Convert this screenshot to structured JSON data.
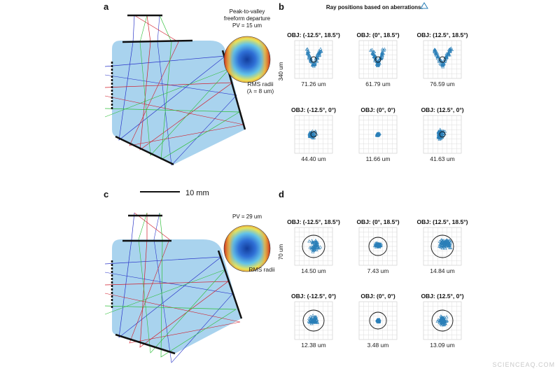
{
  "panels": {
    "a": "a",
    "b": "b",
    "c": "c",
    "d": "d"
  },
  "top": {
    "map_title_lines": [
      "Peak-to-valley",
      "freeform departure",
      "PV = 15 um"
    ],
    "header": "Ray positions based on aberrations:",
    "scale_label": "340 um",
    "rms_label_lines": [
      "RMS radii",
      "(λ = 8 um)"
    ],
    "plots": [
      {
        "obj": "OBJ: (-12.5°, 18.5°)",
        "rms": "71.26 um"
      },
      {
        "obj": "OBJ: (0°, 18.5°)",
        "rms": "61.79 um"
      },
      {
        "obj": "OBJ: (12.5°, 18.5°)",
        "rms": "76.59 um"
      },
      {
        "obj": "OBJ: (-12.5°, 0°)",
        "rms": "44.40 um"
      },
      {
        "obj": "OBJ: (0°, 0°)",
        "rms": "11.66 um"
      },
      {
        "obj": "OBJ: (12.5°, 0°)",
        "rms": "41.63 um"
      }
    ]
  },
  "scale_bar": "10 mm",
  "bottom": {
    "map_title_lines": [
      "PV = 29 um"
    ],
    "scale_label": "70 um",
    "rms_label_lines": [
      "RMS radii"
    ],
    "plots": [
      {
        "obj": "OBJ: (-12.5°, 18.5°)",
        "rms": "14.50 um"
      },
      {
        "obj": "OBJ: (0°, 18.5°)",
        "rms": "7.43 um"
      },
      {
        "obj": "OBJ: (12.5°, 18.5°)",
        "rms": "14.84 um"
      },
      {
        "obj": "OBJ: (-12.5°, 0°)",
        "rms": "12.38 um"
      },
      {
        "obj": "OBJ: (0°, 0°)",
        "rms": "3.48 um"
      },
      {
        "obj": "OBJ: (12.5°, 0°)",
        "rms": "13.09 um"
      }
    ]
  },
  "watermark": "SCIENCEAQ.COM",
  "colors": {
    "ray_blue": "#2a35c8",
    "ray_red": "#d01c2a",
    "ray_green": "#2fbf3a",
    "prism": "#a9d3ee",
    "marker": "#2a7fb8"
  }
}
